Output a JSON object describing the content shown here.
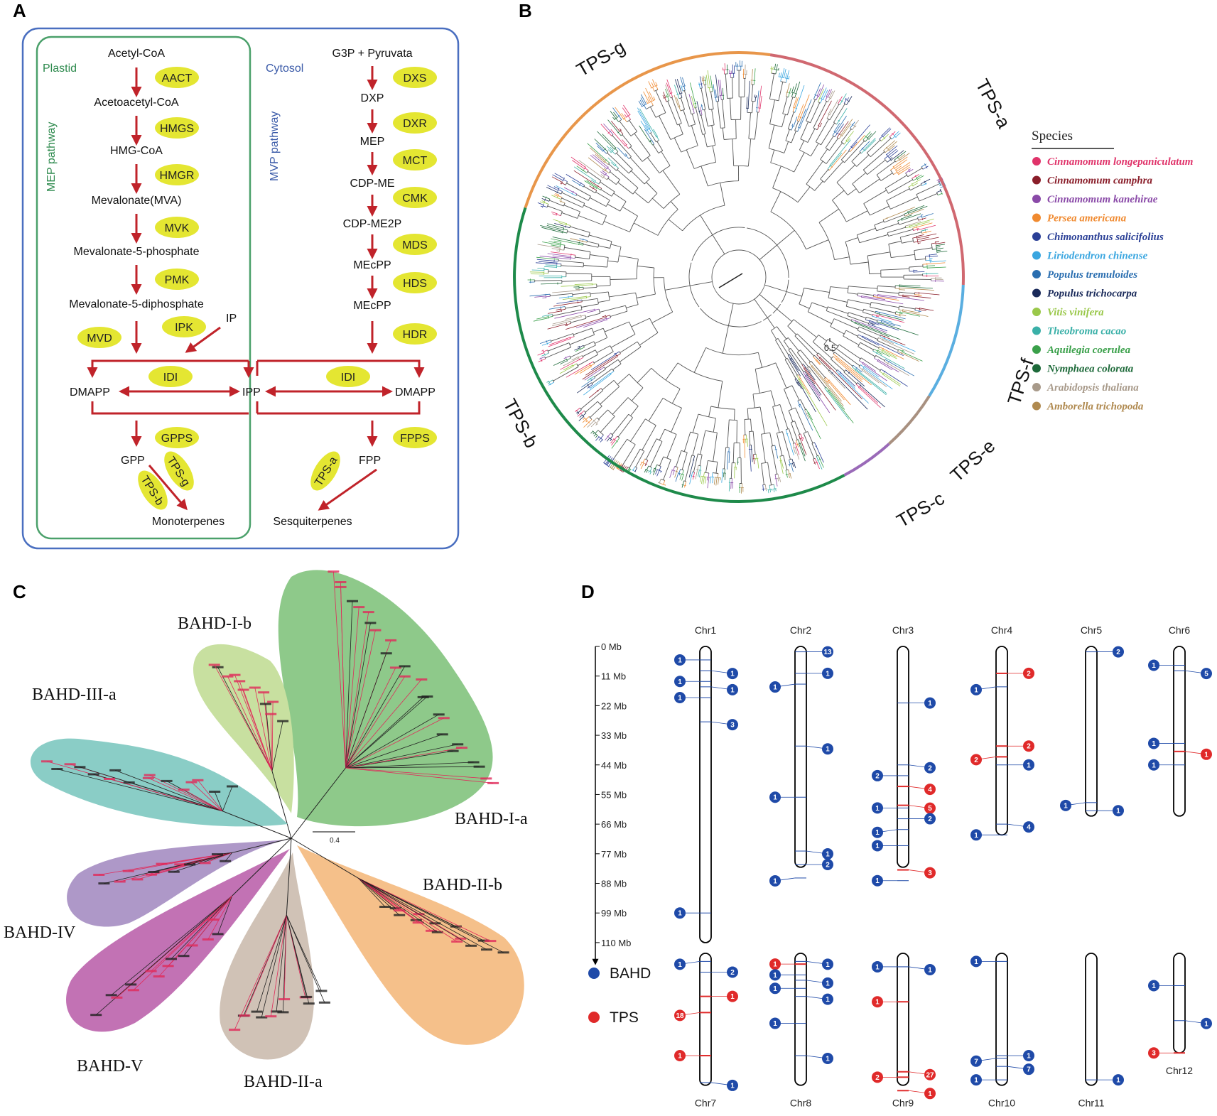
{
  "panels": {
    "A": "A",
    "B": "B",
    "C": "C",
    "D": "D"
  },
  "pathway": {
    "plastid_label": "Plastid",
    "cytosol_label": "Cytosol",
    "left_pathway_label": "MEP pathway",
    "right_pathway_label": "MVP pathway",
    "left_metabolites": [
      "Acetyl-CoA",
      "Acetoacetyl-CoA",
      "HMG-CoA",
      "Mevalonate(MVA)",
      "Mevalonate-5-phosphate",
      "Mevalonate-5-diphosphate"
    ],
    "left_enzymes": [
      "AACT",
      "HMGS",
      "HMGR",
      "MVK",
      "PMK",
      "IPK",
      "MVD"
    ],
    "ip_label": "IP",
    "right_metabolites": [
      "G3P + Pyruvata",
      "DXP",
      "MEP",
      "CDP-ME",
      "CDP-ME2P",
      "MEcPP",
      "MEcPP"
    ],
    "right_enzymes": [
      "DXS",
      "DXR",
      "MCT",
      "CMK",
      "MDS",
      "HDS",
      "HDR"
    ],
    "idi": "IDI",
    "dmapp": "DMAPP",
    "ipp": "IPP",
    "gpps": "GPPS",
    "fpps": "FPPS",
    "gpp": "GPP",
    "fpp": "FPP",
    "tps_g": "TPS-g",
    "tps_b": "TPS-b",
    "tps_a": "TPS-a",
    "monoterpenes": "Monoterpenes",
    "sesquiterpenes": "Sesquiterpenes"
  },
  "tree": {
    "scale_label": "0.5",
    "clades": [
      {
        "name": "TPS-a",
        "color": "#d06870"
      },
      {
        "name": "TPS-f",
        "color": "#5aaee0"
      },
      {
        "name": "TPS-e",
        "color": "#a89080"
      },
      {
        "name": "TPS-c",
        "color": "#9a6ab8"
      },
      {
        "name": "TPS-b",
        "color": "#1e8a4a"
      },
      {
        "name": "TPS-g",
        "color": "#e8964a"
      }
    ],
    "legend_title": "Species",
    "species": [
      {
        "name": "Cinnamomum longepaniculatum",
        "color": "#e0336a"
      },
      {
        "name": "Cinnamomum camphra",
        "color": "#8a1e2a"
      },
      {
        "name": "Cinnamomum kanehirae",
        "color": "#8a4aa8"
      },
      {
        "name": "Persea americana",
        "color": "#f08a30"
      },
      {
        "name": "Chimonanthus salicifolius",
        "color": "#2a3f96"
      },
      {
        "name": "Liriodendron chinense",
        "color": "#3aa6e0"
      },
      {
        "name": "Populus tremuloides",
        "color": "#2a6eb0"
      },
      {
        "name": "Populus trichocarpa",
        "color": "#1a2a5a"
      },
      {
        "name": "Vitis vinifera",
        "color": "#9ac84a"
      },
      {
        "name": "Theobroma cacao",
        "color": "#3ab0a8"
      },
      {
        "name": "Aquilegia coerulea",
        "color": "#3aa04a"
      },
      {
        "name": "Nymphaea colorata",
        "color": "#1e6a3a"
      },
      {
        "name": "Arabidopsis thaliana",
        "color": "#a89a8a"
      },
      {
        "name": "Amborella trichopoda",
        "color": "#b08a50"
      }
    ]
  },
  "bahd": {
    "scale_label": "0.4",
    "groups": [
      {
        "name": "BAHD-I-a",
        "color": "#8ec98a"
      },
      {
        "name": "BAHD-I-b",
        "color": "#c8e0a0"
      },
      {
        "name": "BAHD-III-a",
        "color": "#8acdc6"
      },
      {
        "name": "BAHD-IV",
        "color": "#ae98c8"
      },
      {
        "name": "BAHD-V",
        "color": "#c272b4"
      },
      {
        "name": "BAHD-II-a",
        "color": "#d0c2b6"
      },
      {
        "name": "BAHD-II-b",
        "color": "#f5c08a"
      }
    ]
  },
  "chrom": {
    "mb_labels": [
      "0 Mb",
      "11 Mb",
      "22 Mb",
      "33 Mb",
      "44 Mb",
      "55 Mb",
      "66 Mb",
      "77 Mb",
      "88 Mb",
      "99 Mb",
      "110 Mb"
    ],
    "mb_values": [
      0,
      11,
      22,
      33,
      44,
      55,
      66,
      77,
      88,
      99,
      110
    ],
    "legend": [
      {
        "name": "BAHD",
        "color": "#1f4aa8"
      },
      {
        "name": "TPS",
        "color": "#e02a2a"
      }
    ],
    "top_row": [
      {
        "name": "Chr1",
        "length": 110,
        "genes": [
          {
            "type": "BAHD",
            "count": "1",
            "side": "L",
            "pos": 5
          },
          {
            "type": "BAHD",
            "count": "1",
            "side": "R",
            "pos": 9
          },
          {
            "type": "BAHD",
            "count": "1",
            "side": "L",
            "pos": 13
          },
          {
            "type": "BAHD",
            "count": "1",
            "side": "R",
            "pos": 15
          },
          {
            "type": "BAHD",
            "count": "1",
            "side": "L",
            "pos": 19
          },
          {
            "type": "BAHD",
            "count": "3",
            "side": "R",
            "pos": 28
          },
          {
            "type": "BAHD",
            "count": "1",
            "side": "L",
            "pos": 99
          }
        ]
      },
      {
        "name": "Chr2",
        "length": 82,
        "genes": [
          {
            "type": "BAHD",
            "count": "13",
            "side": "R",
            "pos": 2
          },
          {
            "type": "BAHD",
            "count": "1",
            "side": "L",
            "pos": 14
          },
          {
            "type": "BAHD",
            "count": "1",
            "side": "R",
            "pos": 10
          },
          {
            "type": "BAHD",
            "count": "1",
            "side": "R",
            "pos": 37
          },
          {
            "type": "BAHD",
            "count": "1",
            "side": "L",
            "pos": 56
          },
          {
            "type": "BAHD",
            "count": "1",
            "side": "R",
            "pos": 76
          },
          {
            "type": "BAHD",
            "count": "2",
            "side": "R",
            "pos": 81
          },
          {
            "type": "BAHD",
            "count": "1",
            "side": "L",
            "pos": 86
          }
        ]
      },
      {
        "name": "Chr3",
        "length": 82,
        "genes": [
          {
            "type": "BAHD",
            "count": "1",
            "side": "R",
            "pos": 21
          },
          {
            "type": "BAHD",
            "count": "2",
            "side": "R",
            "pos": 44
          },
          {
            "type": "BAHD",
            "count": "2",
            "side": "L",
            "pos": 48
          },
          {
            "type": "TPS",
            "count": "4",
            "side": "R",
            "pos": 52
          },
          {
            "type": "BAHD",
            "count": "1",
            "side": "L",
            "pos": 60
          },
          {
            "type": "TPS",
            "count": "5",
            "side": "R",
            "pos": 59
          },
          {
            "type": "BAHD",
            "count": "2",
            "side": "R",
            "pos": 64
          },
          {
            "type": "BAHD",
            "count": "1",
            "side": "L",
            "pos": 68
          },
          {
            "type": "BAHD",
            "count": "1",
            "side": "L",
            "pos": 74
          },
          {
            "type": "TPS",
            "count": "3",
            "side": "R",
            "pos": 83
          },
          {
            "type": "BAHD",
            "count": "1",
            "side": "L",
            "pos": 87
          }
        ]
      },
      {
        "name": "Chr4",
        "length": 70,
        "genes": [
          {
            "type": "TPS",
            "count": "2",
            "side": "R",
            "pos": 10
          },
          {
            "type": "BAHD",
            "count": "1",
            "side": "L",
            "pos": 15
          },
          {
            "type": "TPS",
            "count": "2",
            "side": "R",
            "pos": 37
          },
          {
            "type": "TPS",
            "count": "2",
            "side": "L",
            "pos": 41
          },
          {
            "type": "BAHD",
            "count": "1",
            "side": "R",
            "pos": 44
          },
          {
            "type": "BAHD",
            "count": "4",
            "side": "R",
            "pos": 66
          },
          {
            "type": "BAHD",
            "count": "1",
            "side": "L",
            "pos": 70
          }
        ]
      },
      {
        "name": "Chr5",
        "length": 63,
        "genes": [
          {
            "type": "BAHD",
            "count": "2",
            "side": "R",
            "pos": 2
          },
          {
            "type": "BAHD",
            "count": "1",
            "side": "L",
            "pos": 58
          },
          {
            "type": "BAHD",
            "count": "1",
            "side": "R",
            "pos": 61
          }
        ]
      },
      {
        "name": "Chr6",
        "length": 63,
        "genes": [
          {
            "type": "BAHD",
            "count": "1",
            "side": "L",
            "pos": 7
          },
          {
            "type": "BAHD",
            "count": "5",
            "side": "R",
            "pos": 9
          },
          {
            "type": "BAHD",
            "count": "1",
            "side": "L",
            "pos": 36
          },
          {
            "type": "TPS",
            "count": "1",
            "side": "R",
            "pos": 39
          },
          {
            "type": "BAHD",
            "count": "1",
            "side": "L",
            "pos": 44
          }
        ]
      }
    ],
    "bottom_row": [
      {
        "name": "Chr7",
        "length": 49,
        "genes": [
          {
            "type": "BAHD",
            "count": "2",
            "side": "R",
            "pos": 7
          },
          {
            "type": "BAHD",
            "count": "1",
            "side": "L",
            "pos": 3
          },
          {
            "type": "TPS",
            "count": "1",
            "side": "R",
            "pos": 16
          },
          {
            "type": "TPS",
            "count": "18",
            "side": "L",
            "pos": 22
          },
          {
            "type": "TPS",
            "count": "1",
            "side": "L",
            "pos": 38
          },
          {
            "type": "BAHD",
            "count": "1",
            "side": "R",
            "pos": 48
          }
        ]
      },
      {
        "name": "Chr8",
        "length": 49,
        "genes": [
          {
            "type": "TPS",
            "count": "1",
            "side": "L",
            "pos": 4
          },
          {
            "type": "BAHD",
            "count": "1",
            "side": "R",
            "pos": 3
          },
          {
            "type": "BAHD",
            "count": "1",
            "side": "L",
            "pos": 8
          },
          {
            "type": "BAHD",
            "count": "1",
            "side": "R",
            "pos": 10
          },
          {
            "type": "BAHD",
            "count": "1",
            "side": "L",
            "pos": 13
          },
          {
            "type": "BAHD",
            "count": "1",
            "side": "R",
            "pos": 16
          },
          {
            "type": "BAHD",
            "count": "1",
            "side": "L",
            "pos": 26
          },
          {
            "type": "BAHD",
            "count": "1",
            "side": "R",
            "pos": 38
          }
        ]
      },
      {
        "name": "Chr9",
        "length": 49,
        "genes": [
          {
            "type": "BAHD",
            "count": "1",
            "side": "L",
            "pos": 5
          },
          {
            "type": "BAHD",
            "count": "1",
            "side": "R",
            "pos": 5
          },
          {
            "type": "TPS",
            "count": "1",
            "side": "L",
            "pos": 18
          },
          {
            "type": "TPS",
            "count": "27",
            "side": "R",
            "pos": 44
          },
          {
            "type": "TPS",
            "count": "2",
            "side": "L",
            "pos": 46
          },
          {
            "type": "TPS",
            "count": "1",
            "side": "R",
            "pos": 51
          }
        ]
      },
      {
        "name": "Chr10",
        "length": 49,
        "genes": [
          {
            "type": "BAHD",
            "count": "1",
            "side": "L",
            "pos": 3
          },
          {
            "type": "BAHD",
            "count": "7",
            "side": "L",
            "pos": 39
          },
          {
            "type": "BAHD",
            "count": "1",
            "side": "R",
            "pos": 38
          },
          {
            "type": "BAHD",
            "count": "7",
            "side": "R",
            "pos": 42
          },
          {
            "type": "BAHD",
            "count": "1",
            "side": "L",
            "pos": 47
          }
        ]
      },
      {
        "name": "Chr11",
        "length": 49,
        "genes": [
          {
            "type": "BAHD",
            "count": "1",
            "side": "R",
            "pos": 47
          }
        ]
      },
      {
        "name": "Chr12",
        "length": 37,
        "genes": [
          {
            "type": "BAHD",
            "count": "1",
            "side": "L",
            "pos": 12
          },
          {
            "type": "BAHD",
            "count": "1",
            "side": "R",
            "pos": 25
          },
          {
            "type": "TPS",
            "count": "3",
            "side": "L",
            "pos": 37
          }
        ]
      }
    ]
  }
}
